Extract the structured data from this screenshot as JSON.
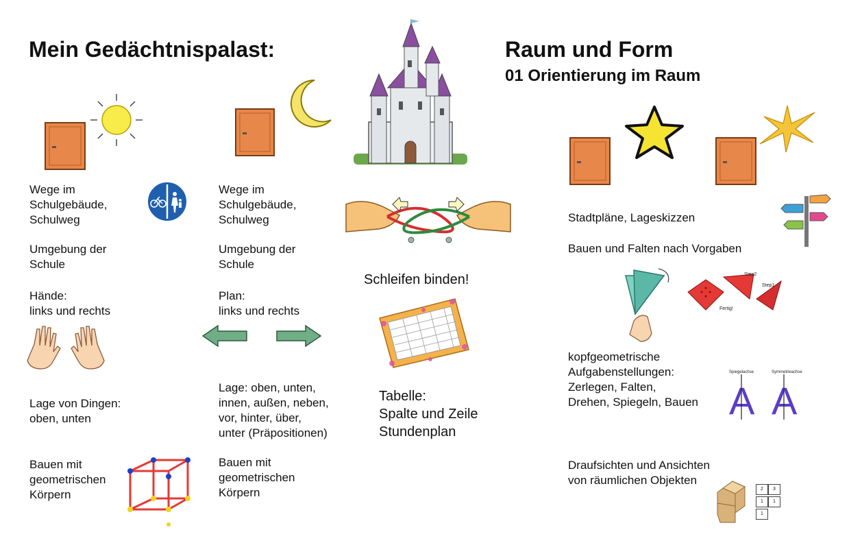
{
  "header": {
    "left_title": "Mein Gedächtnispalast:",
    "right_title": "Raum und Form",
    "right_subtitle": "01 Orientierung im Raum"
  },
  "left_column": {
    "item1": "Wege im\nSchulgebäude,\nSchulweg",
    "item2": "Umgebung der\nSchule",
    "item3": "Hände:\nlinks und rechts",
    "item4": "Lage von Dingen:\noben, unten",
    "item5": "Bauen mit\ngeometrischen\nKörpern"
  },
  "middle_column": {
    "item1": "Wege im\nSchulgebäude,\nSchulweg",
    "item2": "Umgebung der\nSchule",
    "item3": "Plan:\nlinks und rechts",
    "item4": "Lage: oben, unten,\ninnen, außen, neben,\nvor, hinter, über,\nunter (Präpositionen)",
    "item5": "Bauen mit\ngeometrischen\nKörpern"
  },
  "center_column": {
    "bow_caption": "Schleifen binden!",
    "table_caption": "Tabelle:\nSpalte und Zeile\nStundenplan"
  },
  "right_column": {
    "item1": "Stadtpläne, Lageskizzen",
    "item2": "Bauen und Falten nach Vorgaben",
    "item3": "kopfgeometrische\nAufgabenstellungen:\nZerlegen, Falten,\nDrehen, Spiegeln, Bauen",
    "item4": "Draufsichten und Ansichten\nvon räumlichen Objekten"
  },
  "origami_labels": {
    "step1": "Step1",
    "step2": "Step2",
    "done": "Fertig!"
  },
  "mirror_labels": {
    "axis1": "Spiegelachse",
    "axis2": "Symmetrieachse",
    "letter": "A"
  },
  "grid_numbers": [
    "2",
    "3",
    "1",
    "1",
    "1"
  ],
  "colors": {
    "door": "#e8874a",
    "sun": "#f7ec4a",
    "moon": "#f4e46a",
    "star": "#f5e431",
    "arrow": "#6fae86",
    "castle_roof": "#8a4fa0",
    "mirror_letter": "#5a3ec8",
    "cube_edge": "#e53935",
    "cube_vertex_blue": "#1e40c8",
    "cube_vertex_yellow": "#f2d21b"
  }
}
